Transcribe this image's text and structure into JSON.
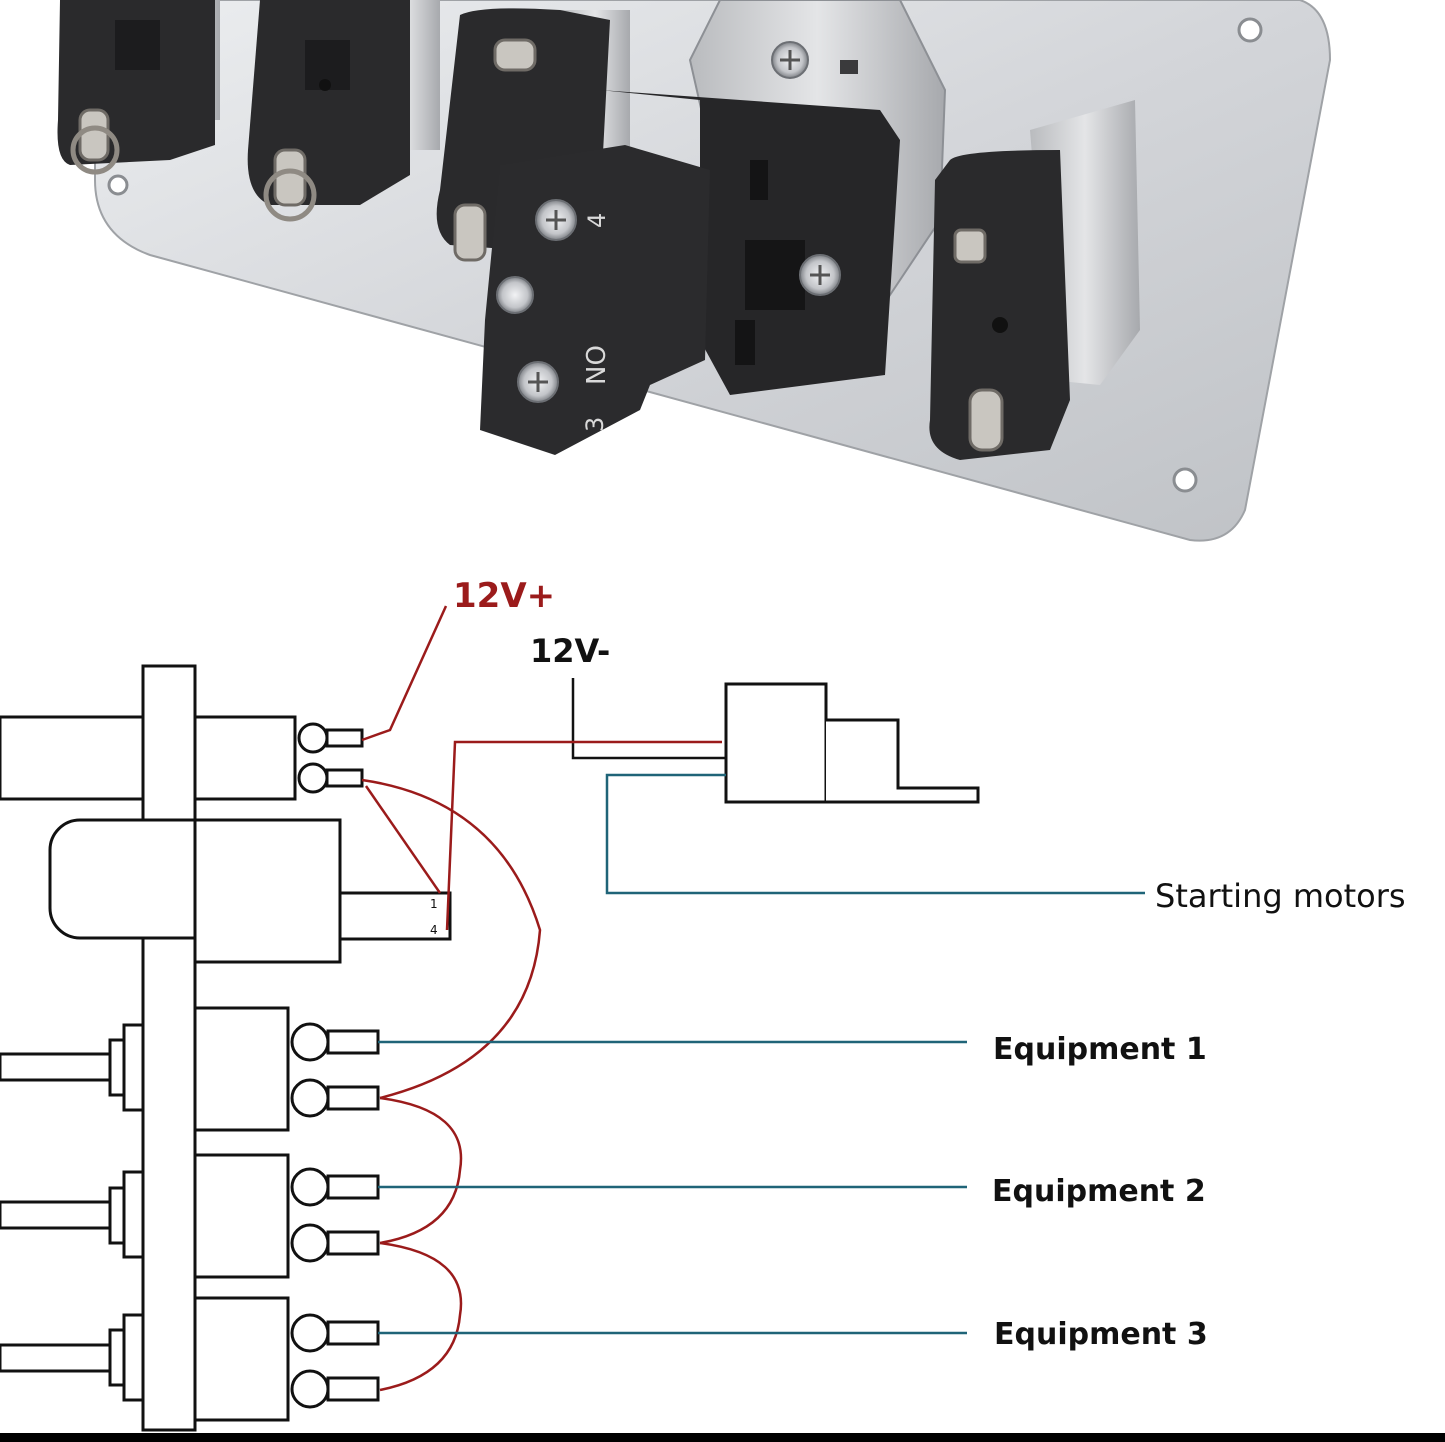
{
  "photo": {
    "subject": "switch-panel-rear-photo",
    "block_markings": {
      "terminal_a": "4",
      "type": "NO",
      "terminal_b": "3"
    }
  },
  "diagram": {
    "power_positive": "12V+",
    "power_negative": "12V-",
    "outputs": {
      "starter": "Starting motors",
      "eq1": "Equipment 1",
      "eq2": "Equipment 2",
      "eq3": "Equipment 3"
    },
    "key_markings": {
      "top": "1",
      "bottom": "4"
    }
  },
  "colors": {
    "positive_wire": "#9b1b1b",
    "output_wire": "#1f6478",
    "outline": "#111111",
    "panel": "#dcdde0",
    "component": "#2a2a2c"
  }
}
